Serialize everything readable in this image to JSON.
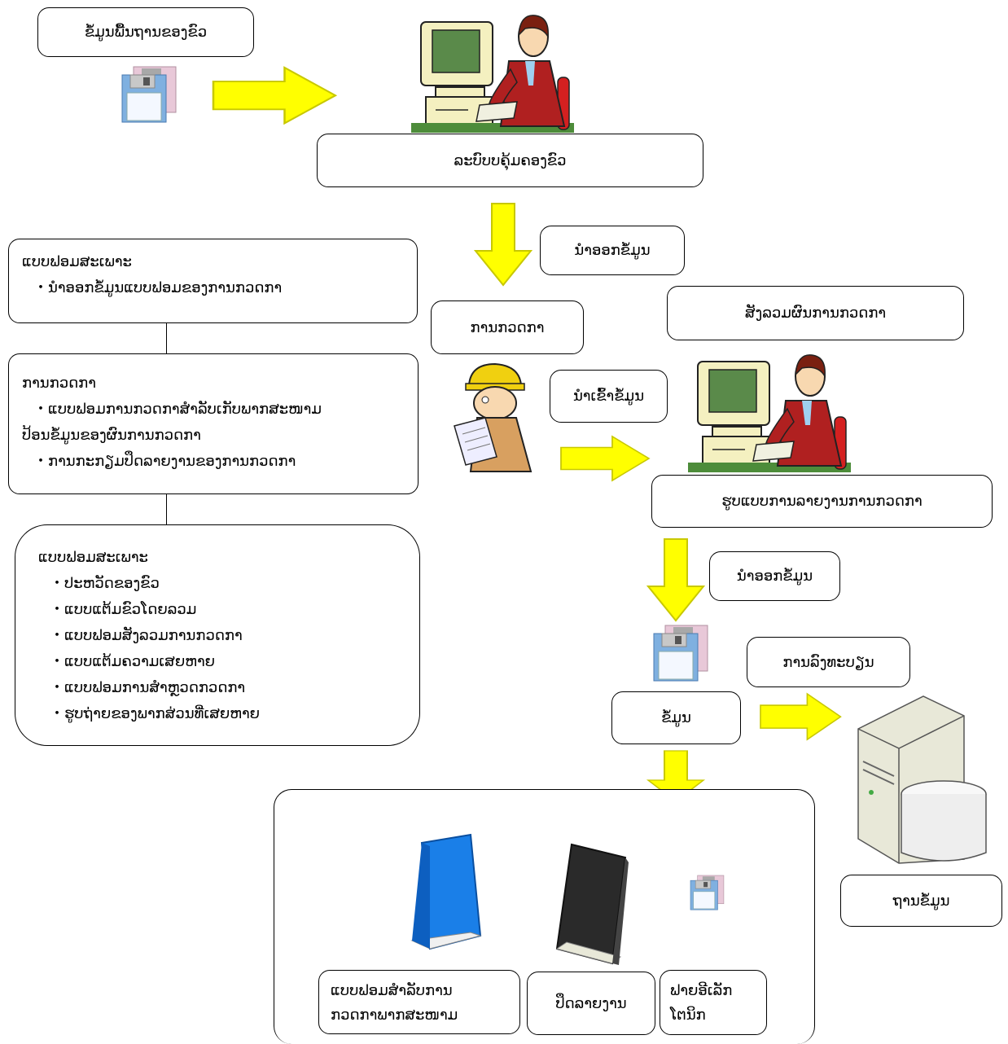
{
  "boxes": {
    "basic_data": "ຂໍ້ມູນພື້ນຖານຂອງຂົວ",
    "management_system": "ລະບົບບຄຸ້ມຄອງຂົວ",
    "export_data_1": "ນໍາອອກຂໍ້ມູນ",
    "inspection": "ການກວດກາ",
    "inspection_summary": "ສັງລວມຜົນການກວດກາ",
    "import_data": "ນໍາເຂົ້າຂໍ້ມູນ",
    "report_format": "ຮູບແບບການລາຍງານການກວດກາ",
    "export_data_2": "ນໍາອອກຂໍ້ມູນ",
    "registration": "ການລົງທະບຽນ",
    "data": "ຂໍ້ມູນ",
    "database": "ຖານຂໍ້ມູນ",
    "field_form_line1": "ແບບຟອມສໍາລັບການ",
    "field_form_line2": "ກວດກາພາກສະໜາມ",
    "report_book": "ປຶດລາຍງານ",
    "electronic_file_line1": "ຟາຍອີເລັກ",
    "electronic_file_line2": "ໂຕນິກ"
  },
  "left_panel": {
    "box1_title": "ແບບຟອມສະເພາະ",
    "box1_item1": "・ນໍາອອກຂໍ້ມູນແບບຟອມຂອງການກວດກາ",
    "box2_title": "ການກວດກາ",
    "box2_item1": "・ແບບຟອມການກວດກາສໍາລັບເກັບພາກສະໜາມ",
    "box2_item2": "ປ້ອນຂໍ້ມູນຂອງຜົນການກວດກາ",
    "box2_item3": "・ການກະກຽມປຶດລາຍງານຂອງການກວດກາ",
    "box3_title": "ແບບຟອມສະເພາະ",
    "box3_items": [
      "・ປະຫວັດຂອງຂົວ",
      "・ແບບແຕ້ມຂົວໂດຍລວມ",
      "・ແບບຟອມສັງລວມການກວດກາ",
      "・ແບບແຕ້ມຄວາມເສຍຫາຍ",
      "・ແບບຟອມການສໍາຫຼວດກວດກາ",
      "・ຮູບຖ່າຍຂອງພາກສ່ວນທີ່ເສຍຫາຍ"
    ]
  },
  "colors": {
    "arrow_fill": "#ffff00",
    "arrow_stroke": "#c8c800",
    "book_blue": "#1a7fe8",
    "book_black": "#2a2a2a",
    "desk_green": "#4d8c3a",
    "jacket_red": "#b02020"
  },
  "icons": [
    "floppy-disk-icon",
    "computer-operator-icon",
    "field-inspector-icon",
    "server-database-icon",
    "blue-book-icon",
    "black-book-icon"
  ]
}
